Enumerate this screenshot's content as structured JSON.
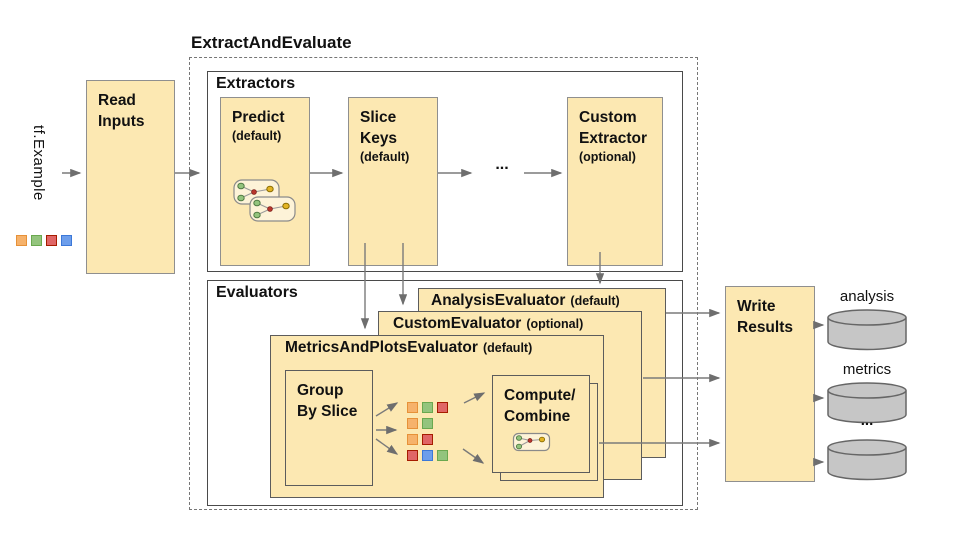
{
  "title": "ExtractAndEvaluate",
  "input": {
    "label": "tf.Example",
    "squares": [
      "orange",
      "green",
      "red",
      "blue"
    ]
  },
  "read_inputs": {
    "label": "Read\nInputs"
  },
  "extractors": {
    "label": "Extractors",
    "predict": {
      "name": "Predict",
      "variant": "(default)"
    },
    "slice_keys": {
      "name": "Slice\nKeys",
      "variant": "(default)"
    },
    "ellipsis": "...",
    "custom_extractor": {
      "name": "Custom\nExtractor",
      "variant": "(optional)"
    }
  },
  "evaluators": {
    "label": "Evaluators",
    "analysis": {
      "name": "AnalysisEvaluator",
      "variant": "(default)"
    },
    "custom": {
      "name": "CustomEvaluator",
      "variant": "(optional)"
    },
    "metrics_and_plots": {
      "name": "MetricsAndPlotsEvaluator",
      "variant": "(default)"
    },
    "group_by_slice": {
      "label": "Group\nBy Slice"
    },
    "slice_groups": [
      [
        "orange",
        "green",
        "red"
      ],
      [
        "orange",
        "green"
      ],
      [
        "orange",
        "red"
      ],
      [
        "red",
        "blue",
        "green"
      ]
    ],
    "compute_combine": {
      "label": "Compute/\nCombine"
    }
  },
  "write_results": {
    "label": "Write\nResults"
  },
  "outputs": {
    "analysis_label": "analysis",
    "metrics_label": "metrics",
    "ellipsis": "..."
  },
  "palette": {
    "orange": {
      "fill": "#F6B26B",
      "border": "#E69138"
    },
    "green": {
      "fill": "#93C47D",
      "border": "#6AA84F"
    },
    "red": {
      "fill": "#E06666",
      "border": "#A61C00"
    },
    "blue": {
      "fill": "#6D9EEB",
      "border": "#3C78D8"
    }
  },
  "colors": {
    "box_fill": "#FCE8B2",
    "box_border": "#8F8F8F",
    "container_border": "#4A4A4A",
    "arrow": "#7A7A7A",
    "cylinder_fill": "#C6C6C6",
    "cylinder_border": "#666666",
    "node_green": "#93C47D",
    "node_red": "#B7352D",
    "node_yellow": "#E3B424"
  },
  "icons": {
    "predict_box": "network-graph-icon",
    "compute_box": "network-graph-icon",
    "outputs": "database-cylinder-icon"
  }
}
